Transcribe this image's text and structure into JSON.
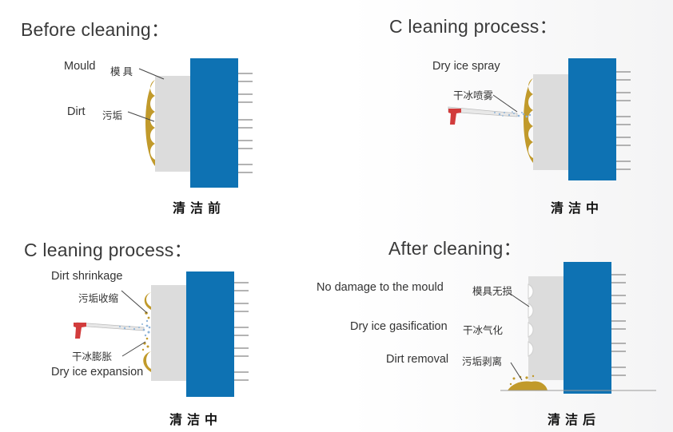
{
  "colors": {
    "mould_blue": "#0e72b3",
    "mould_grey": "#dcdcdc",
    "dirt": "#c19a2b",
    "gun": "#d23c3c",
    "pins": "#9a9a9a"
  },
  "panels": [
    {
      "title": "Before cleaning：",
      "caption": "清洁前",
      "labels": [
        {
          "en": "Mould",
          "zh": "模具"
        },
        {
          "en": "Dirt",
          "zh": "污垢"
        }
      ]
    },
    {
      "title": "C leaning process：",
      "caption": "清洁中",
      "labels": [
        {
          "en": "Dry ice spray",
          "zh": "干冰喷雾"
        }
      ]
    },
    {
      "title": "C leaning process：",
      "caption": "清洁中",
      "labels": [
        {
          "en": "Dirt shrinkage",
          "zh": "污垢收缩"
        },
        {
          "en": "Dry ice expansion",
          "zh": "干冰膨胀"
        }
      ]
    },
    {
      "title": "After cleaning：",
      "caption": "清洁后",
      "labels": [
        {
          "en": "No damage to the mould",
          "zh": "模具无损"
        },
        {
          "en": "Dry ice gasification",
          "zh": "干冰气化"
        },
        {
          "en": "Dirt removal",
          "zh": "污垢剥离"
        }
      ]
    }
  ]
}
